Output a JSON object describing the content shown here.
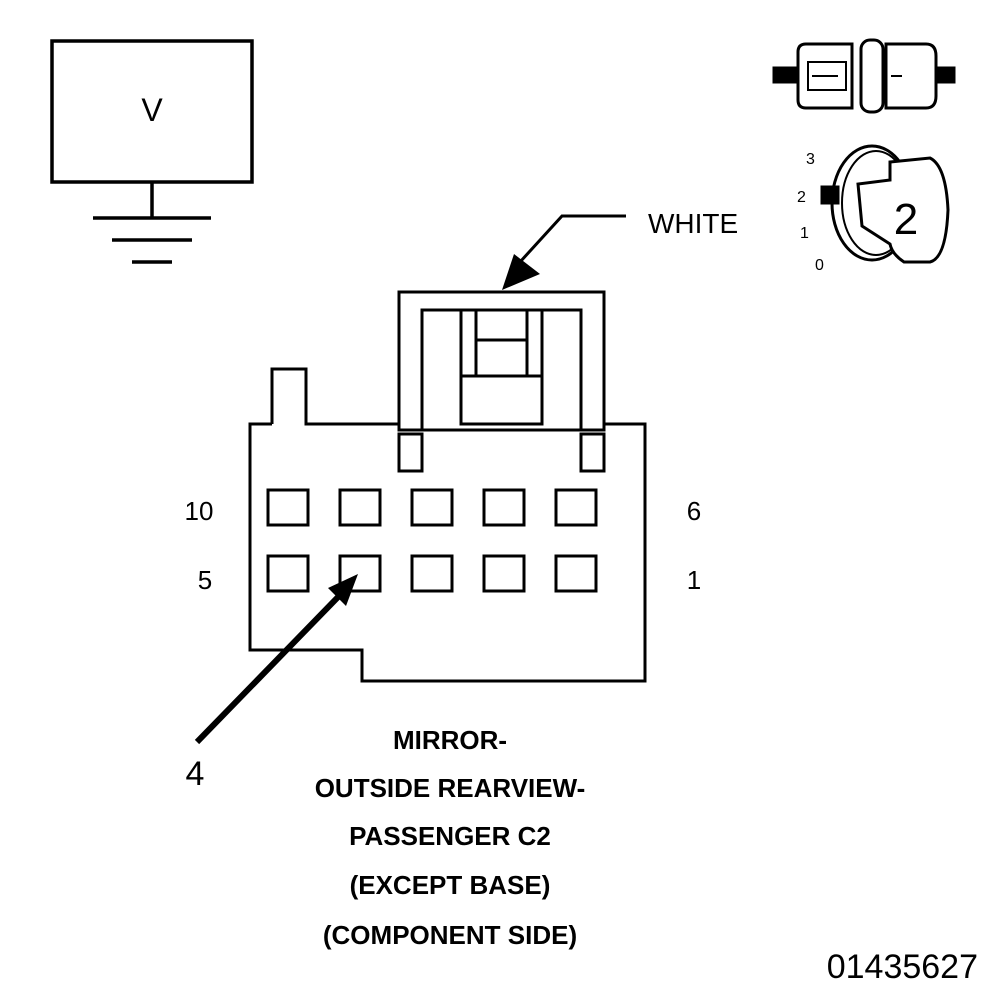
{
  "meter": {
    "label": "V"
  },
  "ignition": {
    "positions": [
      "3",
      "2",
      "1",
      "0"
    ],
    "key_number": "2"
  },
  "connector": {
    "lock_color_label": "WHITE",
    "pin_labels": {
      "top_left": "10",
      "top_right": "6",
      "bottom_left": "5",
      "bottom_right": "1"
    },
    "pointer_label": "4"
  },
  "caption": {
    "lines": [
      "MIRROR-",
      "OUTSIDE REARVIEW-",
      "PASSENGER C2",
      "(EXCEPT BASE)",
      "(COMPONENT SIDE)"
    ]
  },
  "figure_id": "01435627"
}
